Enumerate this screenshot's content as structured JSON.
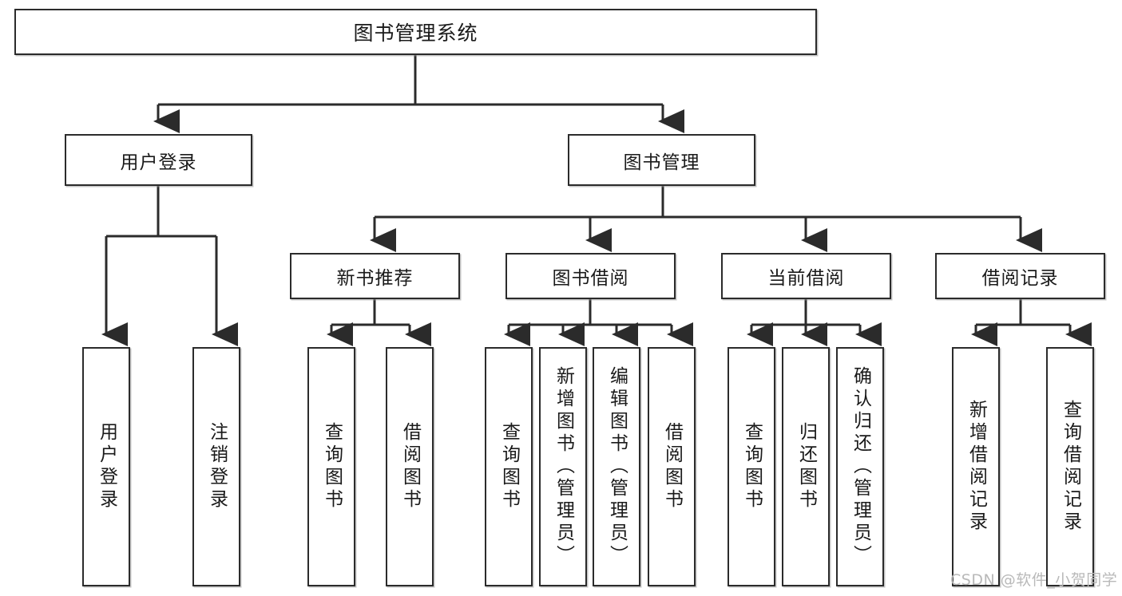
{
  "diagram": {
    "title": "图书管理系统",
    "type": "hierarchy-tree",
    "watermark": "CSDN @软件_小贺同学",
    "colors": {
      "box_border": "#2b2b2b",
      "box_fill": "#ffffff",
      "connector": "#2b2b2b",
      "watermark": "#b9b9b9",
      "page_background": "#ffffff"
    },
    "nodes": {
      "root": {
        "label": "图书管理系统"
      },
      "level2": [
        {
          "id": "user-login",
          "label": "用户登录"
        },
        {
          "id": "book-management",
          "label": "图书管理"
        }
      ],
      "level3": [
        {
          "id": "new-book-recommend",
          "label": "新书推荐"
        },
        {
          "id": "book-borrow",
          "label": "图书借阅"
        },
        {
          "id": "current-borrow",
          "label": "当前借阅"
        },
        {
          "id": "borrow-record",
          "label": "借阅记录"
        }
      ],
      "leaves": [
        {
          "id": "leaf-user-login",
          "label": "用户登录",
          "parent": "user-login"
        },
        {
          "id": "leaf-logout-login",
          "label": "注销登录",
          "parent": "user-login"
        },
        {
          "id": "leaf-query-book-1",
          "label": "查询图书",
          "parent": "new-book-recommend"
        },
        {
          "id": "leaf-borrow-book-1",
          "label": "借阅图书",
          "parent": "new-book-recommend"
        },
        {
          "id": "leaf-query-book-2",
          "label": "查询图书",
          "parent": "book-borrow"
        },
        {
          "id": "leaf-add-book",
          "label": "新增图书（管理员）",
          "parent": "book-borrow"
        },
        {
          "id": "leaf-edit-book",
          "label": "编辑图书（管理员）",
          "parent": "book-borrow"
        },
        {
          "id": "leaf-borrow-book-2",
          "label": "借阅图书",
          "parent": "book-borrow"
        },
        {
          "id": "leaf-query-book-3",
          "label": "查询图书",
          "parent": "current-borrow"
        },
        {
          "id": "leaf-return-book",
          "label": "归还图书",
          "parent": "current-borrow"
        },
        {
          "id": "leaf-confirm-return",
          "label": "确认归还（管理员）",
          "parent": "current-borrow"
        },
        {
          "id": "leaf-add-borrow-record",
          "label": "新增借阅记录",
          "parent": "borrow-record"
        },
        {
          "id": "leaf-query-borrow-record",
          "label": "查询借阅记录",
          "parent": "borrow-record"
        }
      ]
    }
  }
}
